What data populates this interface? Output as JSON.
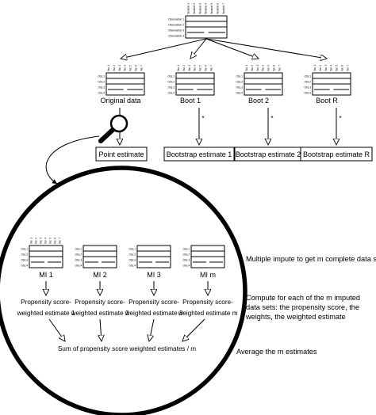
{
  "diagram": {
    "top_table": {
      "rows": [
        "Observation 1",
        "Observation 2",
        "Observation 3",
        "Observation 4"
      ],
      "cols": [
        "Variable 1",
        "Variable 2",
        "Variable 3",
        "Variable 4",
        "Variable 5",
        "Variable 6",
        "Variable 7"
      ]
    },
    "small_tables": {
      "rows": [
        "Obs.1",
        "Obs.2",
        "Obs.3",
        "Obs.4"
      ],
      "cols": [
        "Var. 1",
        "Var. 2",
        "Var. 3",
        "Var. 4",
        "Var. 5",
        "Var. 6",
        "Var. 7"
      ]
    },
    "level1": {
      "captions": [
        "Original data",
        "Boot 1",
        "Boot 2",
        "Boot R"
      ],
      "asterisk": "*",
      "estimates": [
        "Point estimate",
        "Bootstrap estimate 1",
        "Bootstrap estimate 2",
        "Bootstrap estimate R"
      ]
    },
    "magnified": {
      "mi_labels": [
        "MI 1",
        "MI 2",
        "MI 3",
        "MI m"
      ],
      "estimates": [
        [
          "Propensity score-",
          "weighted estimate 1"
        ],
        [
          "Propensity score-",
          "weighted estimate 2"
        ],
        [
          "Propensity score-",
          "weighted estimate 3"
        ],
        [
          "Propensity score-",
          "weighted estimate m"
        ]
      ],
      "sum_label": "Sum of propensity score weighted estimates / m"
    },
    "side_notes": {
      "note1": "Multiple impute to get m complete data sets",
      "note2": [
        "Compute for each of the m imputed",
        "data sets: the propensity score, the",
        "weights, the weighted estimate"
      ],
      "note3": "Average the m estimates"
    }
  }
}
